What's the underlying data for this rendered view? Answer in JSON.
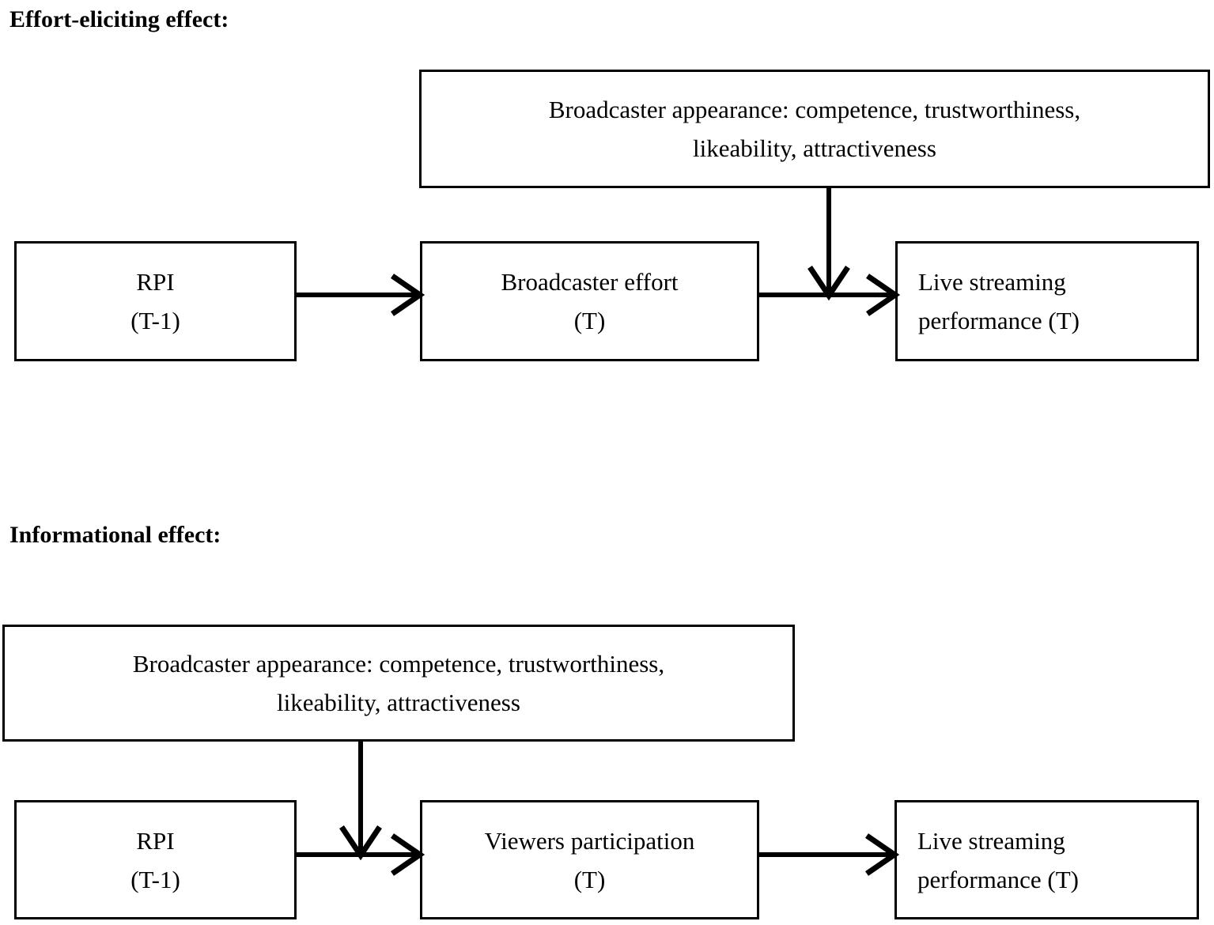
{
  "figure": {
    "kind": "conceptual-framework-diagram",
    "background_color": "#ffffff",
    "line_color": "#000000"
  },
  "sections": [
    {
      "id": "effort-eliciting",
      "title": "Effort-eliciting effect:",
      "nodes": {
        "moderator": {
          "lines": [
            "Broadcaster appearance: competence, trustworthiness,",
            "likeability, attractiveness"
          ]
        },
        "predictor": {
          "lines": [
            "RPI",
            "(T-1)"
          ]
        },
        "mediator": {
          "lines": [
            "Broadcaster effort",
            "(T)"
          ]
        },
        "outcome": {
          "lines": [
            "Live streaming",
            "performance (T)"
          ]
        }
      },
      "edges": [
        {
          "from": "predictor",
          "to": "mediator",
          "style": "arrow-right"
        },
        {
          "from": "mediator",
          "to": "outcome",
          "style": "arrow-right"
        },
        {
          "from": "moderator",
          "to": "mediator-outcome-path",
          "style": "arrow-down"
        }
      ]
    },
    {
      "id": "informational",
      "title": "Informational effect:",
      "nodes": {
        "moderator": {
          "lines": [
            "Broadcaster appearance: competence, trustworthiness,",
            "likeability, attractiveness"
          ]
        },
        "predictor": {
          "lines": [
            "RPI",
            "(T-1)"
          ]
        },
        "mediator": {
          "lines": [
            "Viewers participation",
            "(T)"
          ]
        },
        "outcome": {
          "lines": [
            "Live streaming",
            "performance (T)"
          ]
        }
      },
      "edges": [
        {
          "from": "predictor",
          "to": "mediator",
          "style": "arrow-right"
        },
        {
          "from": "mediator",
          "to": "outcome",
          "style": "arrow-right"
        },
        {
          "from": "moderator",
          "to": "predictor-mediator-path",
          "style": "arrow-down"
        }
      ]
    }
  ]
}
